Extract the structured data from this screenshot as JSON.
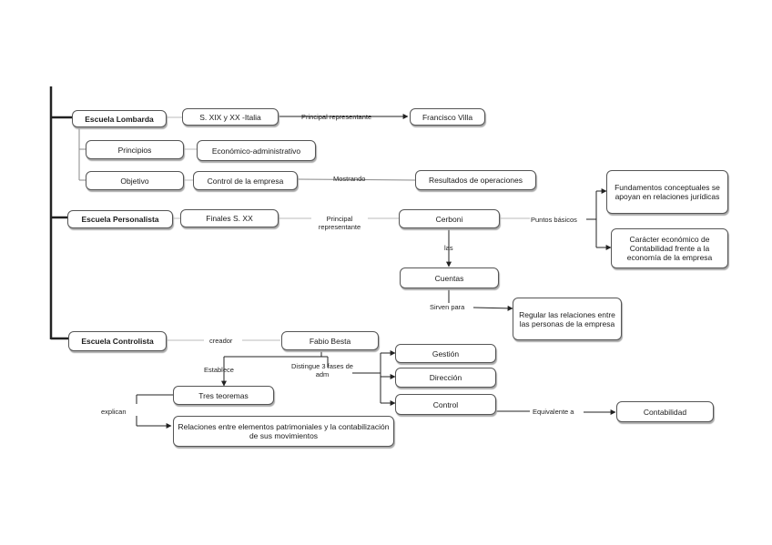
{
  "schools": {
    "lombarda": "Escuela Lombarda",
    "personalista": "Escuela Personalista",
    "controlista": "Escuela Controlista"
  },
  "lombarda": {
    "siglo": "S. XIX y XX -Italia",
    "rep_label": "Principal representante",
    "representante": "Francisco Villa",
    "principios": "Principios",
    "principios_val": "Económico-administrativo",
    "objetivo": "Objetivo",
    "objetivo_val": "Control de la empresa",
    "mostrando": "Mostrando",
    "resultados": "Resultados de operaciones"
  },
  "personalista": {
    "siglo": "Finales S. XX",
    "rep_label": "Principal representante",
    "representante": "Cerboni",
    "puntos_label": "Puntos básicos",
    "fundamentos": "Fundamentos conceptuales se apoyan en relaciones jurídicas",
    "caracter": "Carácter económico de Contabilidad frente a la economía de la empresa",
    "las": "las",
    "cuentas": "Cuentas",
    "sirven_label": "Sirven para",
    "regular": "Regular las relaciones entre las personas de la empresa"
  },
  "controlista": {
    "creador_label": "creador",
    "creador": "Fabio Besta",
    "establece_label": "Establece",
    "teoremas": "Tres teoremas",
    "explican_label": "explican",
    "relaciones": "Relaciones entre elementos patrimoniales y la contabilización de sus movimientos",
    "distingue_label": "Distingue 3 fases de adm",
    "fases": [
      "Gestión",
      "Dirección",
      "Control"
    ],
    "equivalente_label": "Equivalente a",
    "contabilidad": "Contabilidad"
  }
}
